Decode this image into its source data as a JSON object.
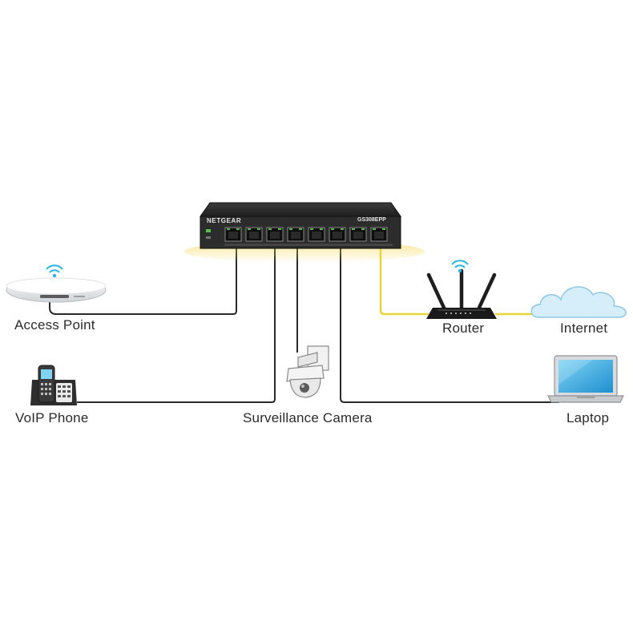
{
  "switch": {
    "brand": "NETGEAR",
    "model": "GS308EPP",
    "port_count": 8
  },
  "devices": {
    "access_point": "Access Point",
    "router": "Router",
    "internet": "Internet",
    "voip_phone": "VoIP Phone",
    "surveillance_camera": "Surveillance Camera",
    "laptop": "Laptop"
  },
  "colors": {
    "cable_dark": "#2a2a2a",
    "cable_uplink": "#e7d63a",
    "wifi": "#2bb3e6",
    "switch_body": "#2c2c2c",
    "cloud_fill": "#d6eefa",
    "cloud_stroke": "#8cc8e6",
    "label_text": "#2b2b2b"
  }
}
